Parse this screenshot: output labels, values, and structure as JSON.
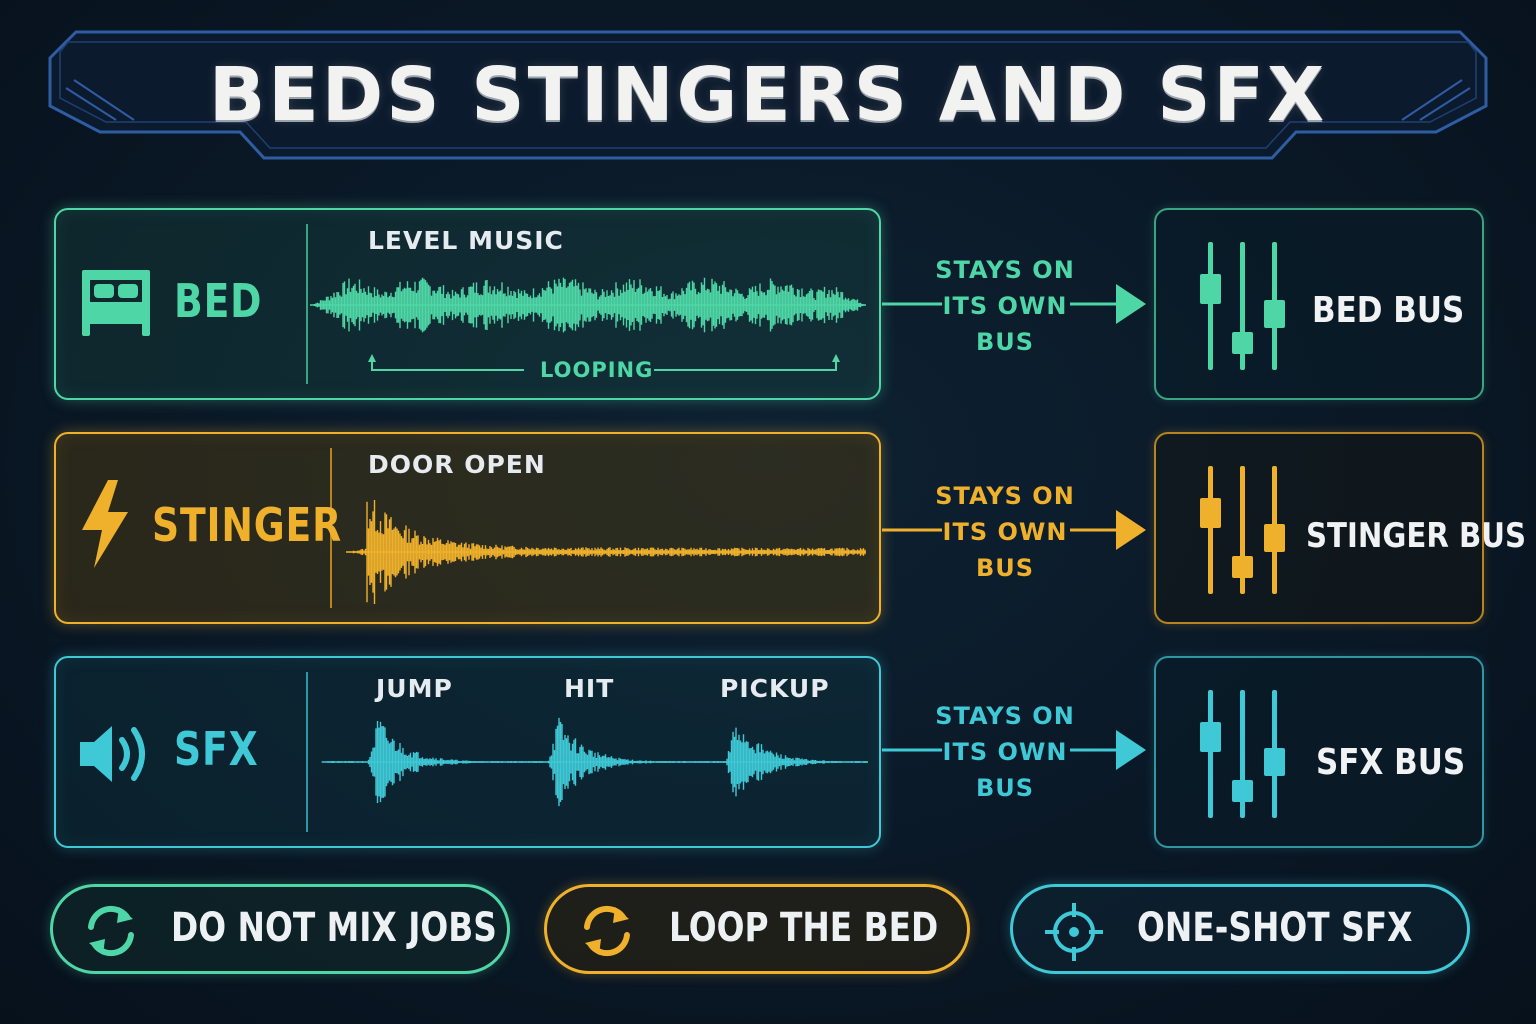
{
  "title": "BEDS STINGERS AND SFX",
  "colors": {
    "bed": "#4fd6a6",
    "stinger": "#efb12c",
    "sfx": "#3fc8d6",
    "title_frame": "#2e5da3"
  },
  "rows": [
    {
      "type_label": "BED",
      "icon": "bed-icon",
      "wave_labels": [
        "LEVEL MUSIC"
      ],
      "loop_label": "LOOPING",
      "arrow_text": "STAYS ON\nITS OWN\nBUS",
      "bus_label": "BED BUS"
    },
    {
      "type_label": "STINGER",
      "icon": "lightning-icon",
      "wave_labels": [
        "DOOR OPEN"
      ],
      "arrow_text": "STAYS ON\nITS OWN\nBUS",
      "bus_label": "STINGER BUS"
    },
    {
      "type_label": "SFX",
      "icon": "speaker-icon",
      "wave_labels": [
        "JUMP",
        "HIT",
        "PICKUP"
      ],
      "arrow_text": "STAYS ON\nITS OWN\nBUS",
      "bus_label": "SFX BUS"
    }
  ],
  "footer": [
    {
      "label": "DO NOT MIX JOBS",
      "icon": "refresh-icon"
    },
    {
      "label": "LOOP THE BED",
      "icon": "refresh-icon"
    },
    {
      "label": "ONE-SHOT SFX",
      "icon": "crosshair-icon"
    }
  ]
}
